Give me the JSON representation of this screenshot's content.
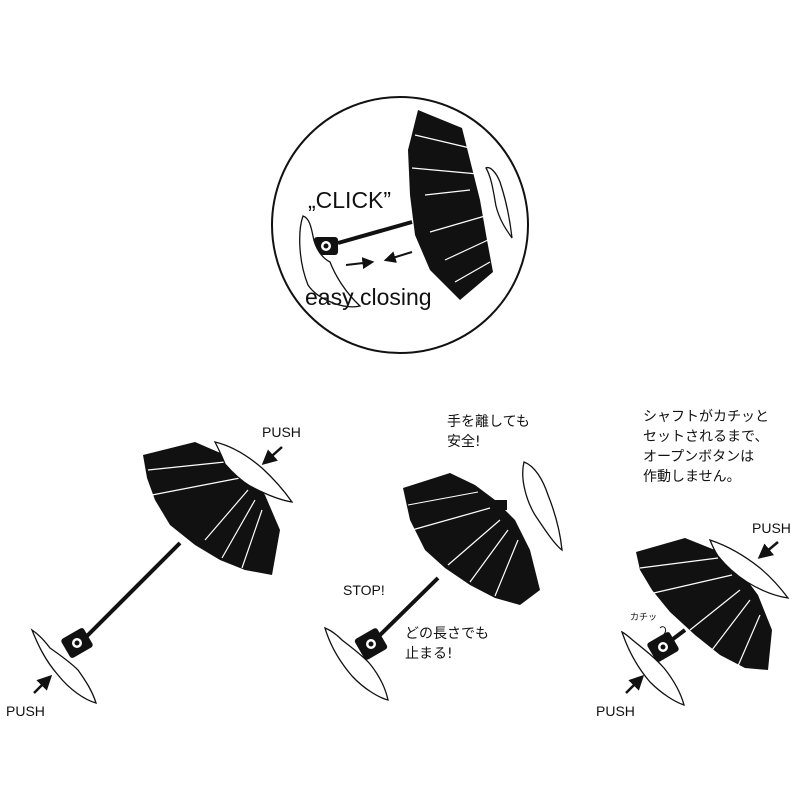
{
  "top": {
    "click_label": "„CLICK”",
    "easy_closing_label": "easy closing"
  },
  "step1": {
    "push_top_label": "PUSH",
    "push_bottom_label": "PUSH"
  },
  "step2": {
    "note_line1": "手を離しても",
    "note_line2": "安全!",
    "stop_label": "STOP!",
    "note2_line1": "どの長さでも",
    "note2_line2": "止まる!"
  },
  "step3": {
    "note_line1": "シャフトがカチッと",
    "note_line2": "セットされるまで、",
    "note_line3": "オープンボタンは",
    "note_line4": "作動しません。",
    "push_top_label": "PUSH",
    "push_bottom_label": "PUSH",
    "kachi_label": "カチッ"
  },
  "colors": {
    "ink": "#111111",
    "background": "#ffffff"
  }
}
